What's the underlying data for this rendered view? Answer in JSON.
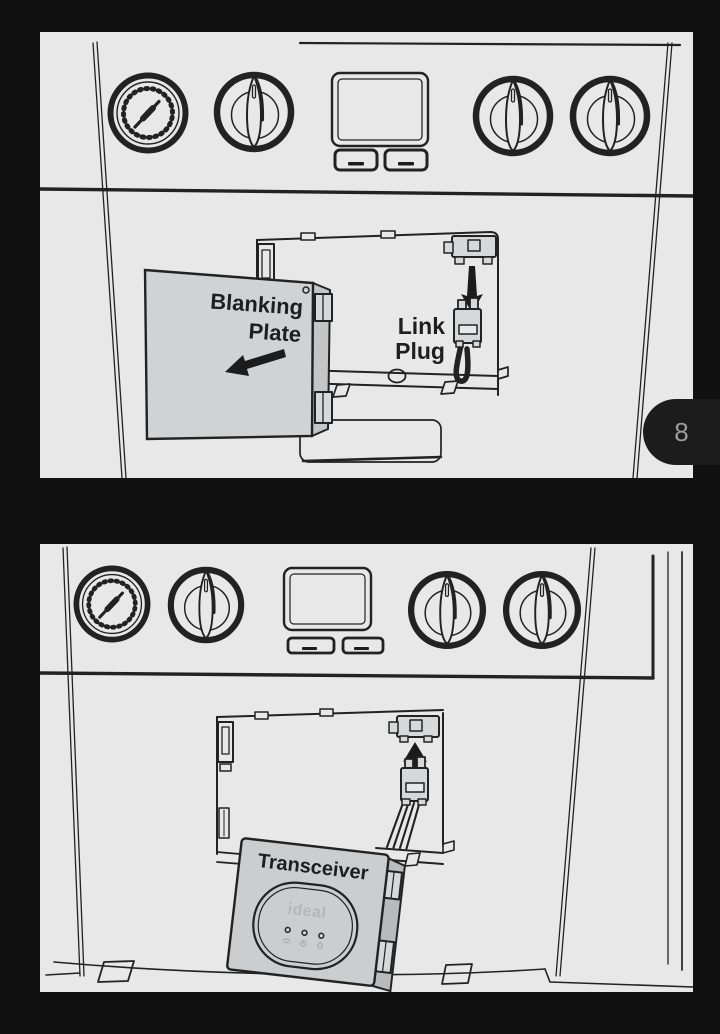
{
  "page": {
    "number": "8"
  },
  "colors": {
    "background": "#111111",
    "panel": "#e8e8e8",
    "line": "#222222",
    "label_text": "#1e1e1e",
    "plate_fill": "#d0d2d3",
    "plate_side_fill": "#c3c5c6",
    "device_fill": "#cbcdce",
    "device_side_fill": "#b8babb",
    "connector_fill": "#d5d7d8",
    "tab_background": "#1c1c1c",
    "tab_text": "#9d9d9d",
    "logo_muted": "#b5b7b8"
  },
  "top_figure": {
    "plate_line1": "Blanking",
    "plate_line2": "Plate",
    "plug_line1": "Link",
    "plug_line2": "Plug"
  },
  "bottom_figure": {
    "device_label": "Transceiver",
    "brand_label": "ideal",
    "status_icons": [
      "wifi-icon",
      "power-icon",
      "flame-icon"
    ]
  }
}
